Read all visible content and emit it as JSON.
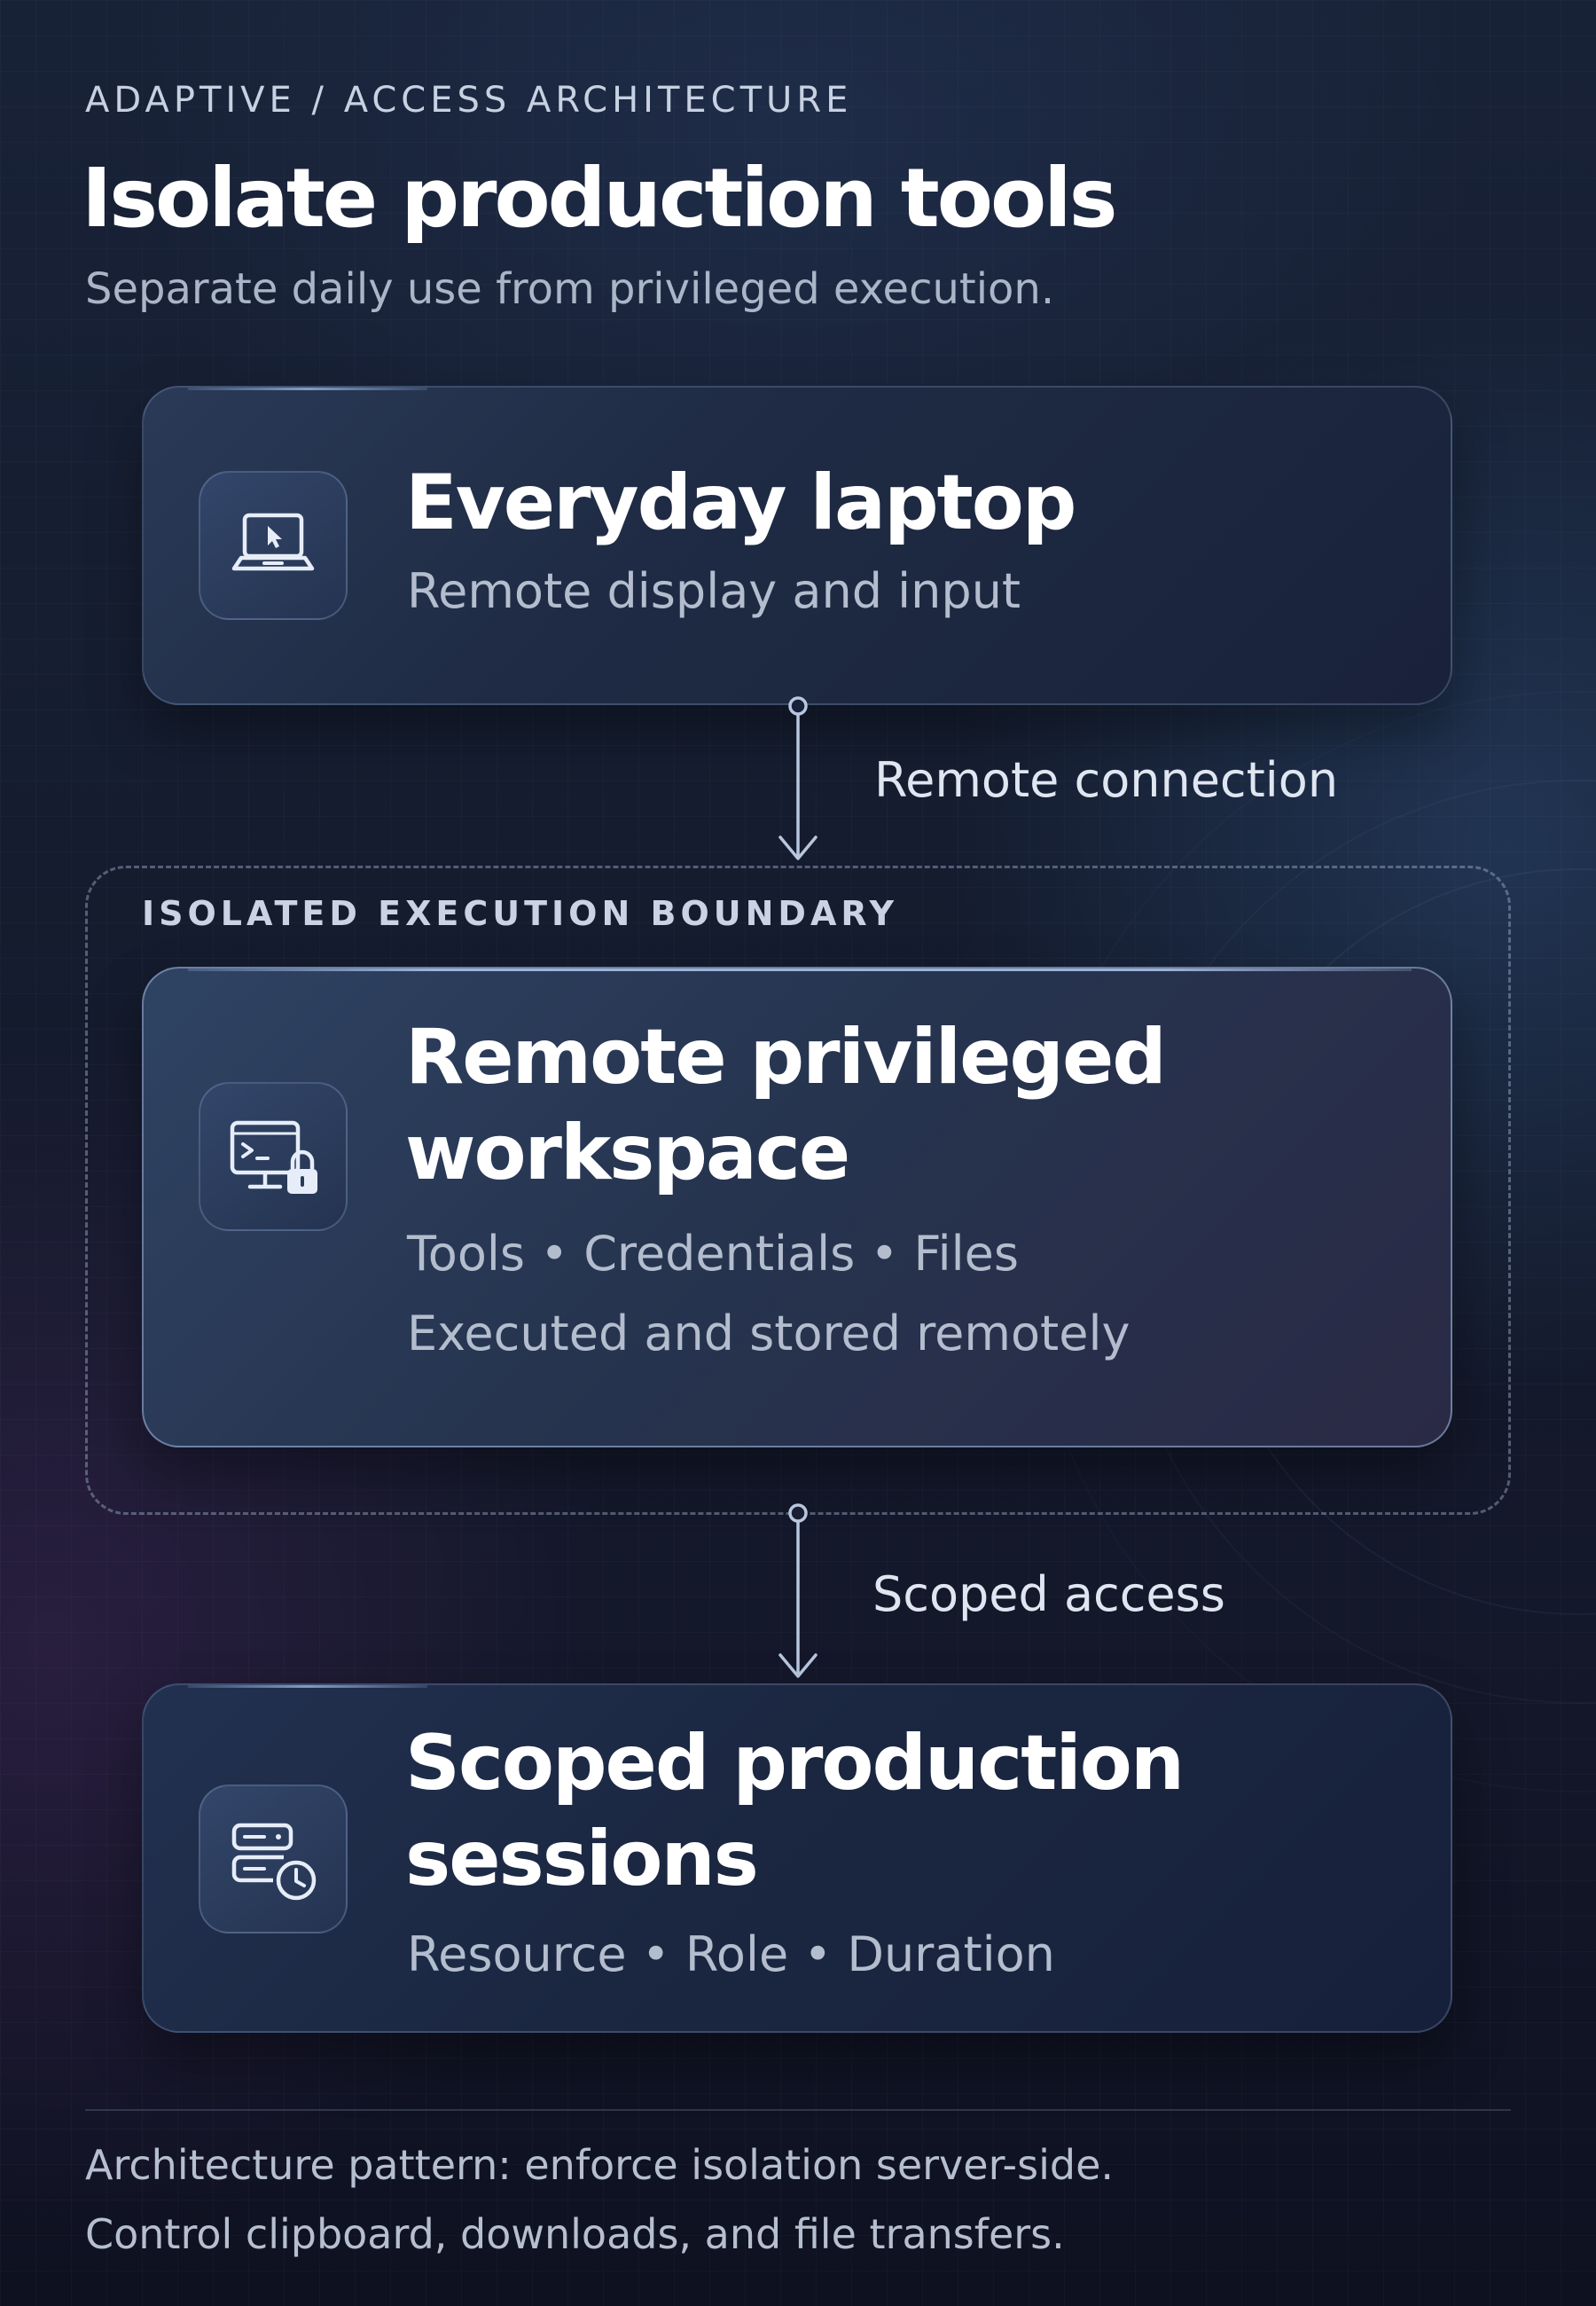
{
  "header": {
    "eyebrow": "ADAPTIVE / ACCESS ARCHITECTURE",
    "title": "Isolate production tools",
    "subtitle": "Separate daily use from privileged execution."
  },
  "cards": [
    {
      "icon": "laptop-icon",
      "title": "Everyday laptop",
      "lines": [
        "Remote display and input"
      ]
    },
    {
      "icon": "locked-terminal-icon",
      "title": "Remote privileged workspace",
      "lines": [
        "Tools • Credentials • Files",
        "Executed and stored remotely"
      ]
    },
    {
      "icon": "server-clock-icon",
      "title": "Scoped production sessions",
      "lines": [
        "Resource • Role • Duration"
      ]
    }
  ],
  "boundary": {
    "label": "ISOLATED EXECUTION BOUNDARY"
  },
  "connectors": [
    {
      "label": "Remote connection"
    },
    {
      "label": "Scoped access"
    }
  ],
  "footer": {
    "lines": [
      "Architecture pattern: enforce isolation server-side.",
      "Control clipboard, downloads, and file transfers."
    ]
  },
  "colors": {
    "background": "#141b2d",
    "card": "#1f2b44",
    "card_highlight": "#2f4363",
    "accent_line": "#a9bbd8",
    "text_primary": "#ffffff",
    "text_secondary": "#b3bdce"
  }
}
